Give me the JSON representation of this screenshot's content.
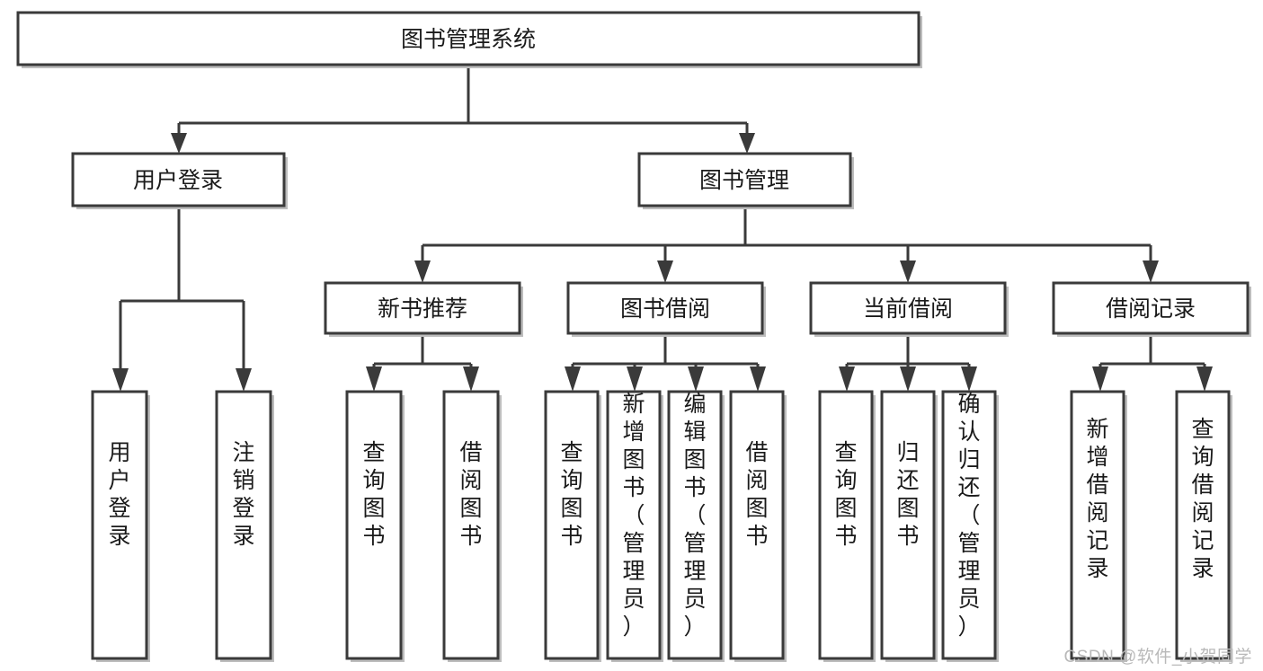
{
  "diagram": {
    "title": "图书管理系统",
    "type": "tree-hierarchy-chart",
    "watermark": "CSDN @软件_小贺同学",
    "colors": {
      "box_stroke": "#3a3a3a",
      "box_fill": "#ffffff",
      "shadow": "#bdbdbd",
      "text": "#1a1a1a",
      "watermark": "#b9b9b9",
      "background": "#ffffff"
    },
    "root": {
      "label": "图书管理系统"
    },
    "level2": [
      {
        "id": "user-login",
        "label": "用户登录"
      },
      {
        "id": "book-management",
        "label": "图书管理"
      }
    ],
    "level3": [
      {
        "id": "new-book-recommend",
        "label": "新书推荐",
        "parent": "book-management"
      },
      {
        "id": "book-borrow",
        "label": "图书借阅",
        "parent": "book-management"
      },
      {
        "id": "current-borrow",
        "label": "当前借阅",
        "parent": "book-management"
      },
      {
        "id": "borrow-record",
        "label": "借阅记录",
        "parent": "book-management"
      }
    ],
    "leaves": [
      {
        "id": "leaf-user-login",
        "label": "用户登录",
        "parent": "user-login"
      },
      {
        "id": "leaf-logout-login",
        "label": "注销登录",
        "parent": "user-login"
      },
      {
        "id": "leaf-query-book-1",
        "label": "查询图书",
        "parent": "new-book-recommend"
      },
      {
        "id": "leaf-borrow-book-1",
        "label": "借阅图书",
        "parent": "new-book-recommend"
      },
      {
        "id": "leaf-query-book-2",
        "label": "查询图书",
        "parent": "book-borrow"
      },
      {
        "id": "leaf-add-book",
        "label": "新增图书（管理员）",
        "parent": "book-borrow"
      },
      {
        "id": "leaf-edit-book",
        "label": "编辑图书（管理员）",
        "parent": "book-borrow"
      },
      {
        "id": "leaf-borrow-book-2",
        "label": "借阅图书",
        "parent": "book-borrow"
      },
      {
        "id": "leaf-query-book-3",
        "label": "查询图书",
        "parent": "current-borrow"
      },
      {
        "id": "leaf-return-book",
        "label": "归还图书",
        "parent": "current-borrow"
      },
      {
        "id": "leaf-confirm-return",
        "label": "确认归还（管理员）",
        "parent": "current-borrow"
      },
      {
        "id": "leaf-add-record",
        "label": "新增借阅记录",
        "parent": "borrow-record"
      },
      {
        "id": "leaf-query-record",
        "label": "查询借阅记录",
        "parent": "borrow-record"
      }
    ]
  }
}
